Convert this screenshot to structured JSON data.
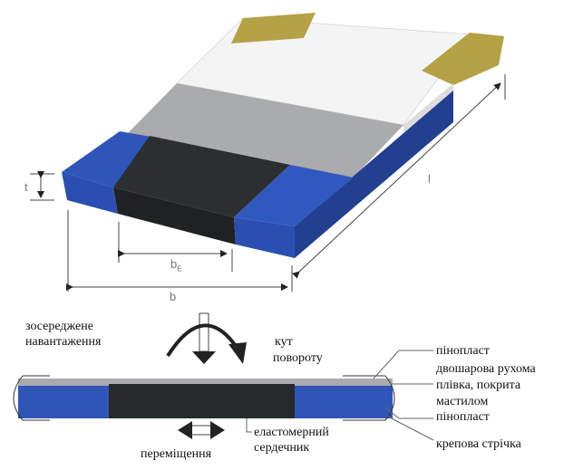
{
  "dimensions": {
    "t": "t",
    "l": "l",
    "b": "b",
    "bE_main": "b",
    "bE_sub": "E"
  },
  "labels": {
    "load_line1": "зосереджене",
    "load_line2": "навантаження",
    "rotation_line1": "кут",
    "rotation_line2": "повороту",
    "foam_top": "пінопласт",
    "film_line1": "двошарова рухома",
    "film_line2": "плівка, покрита",
    "film_line3": "мастилом",
    "foam_bottom": "пінопласт",
    "tape": "крепова стрічка",
    "core_line1": "еластомерний",
    "core_line2": "сердечник",
    "displacement": "переміщення"
  },
  "colors": {
    "blue": "#2f55b8",
    "core": "#262a2c",
    "gray": "#a9abad",
    "white": "#f4f4f4",
    "gold": "#b5a146"
  }
}
